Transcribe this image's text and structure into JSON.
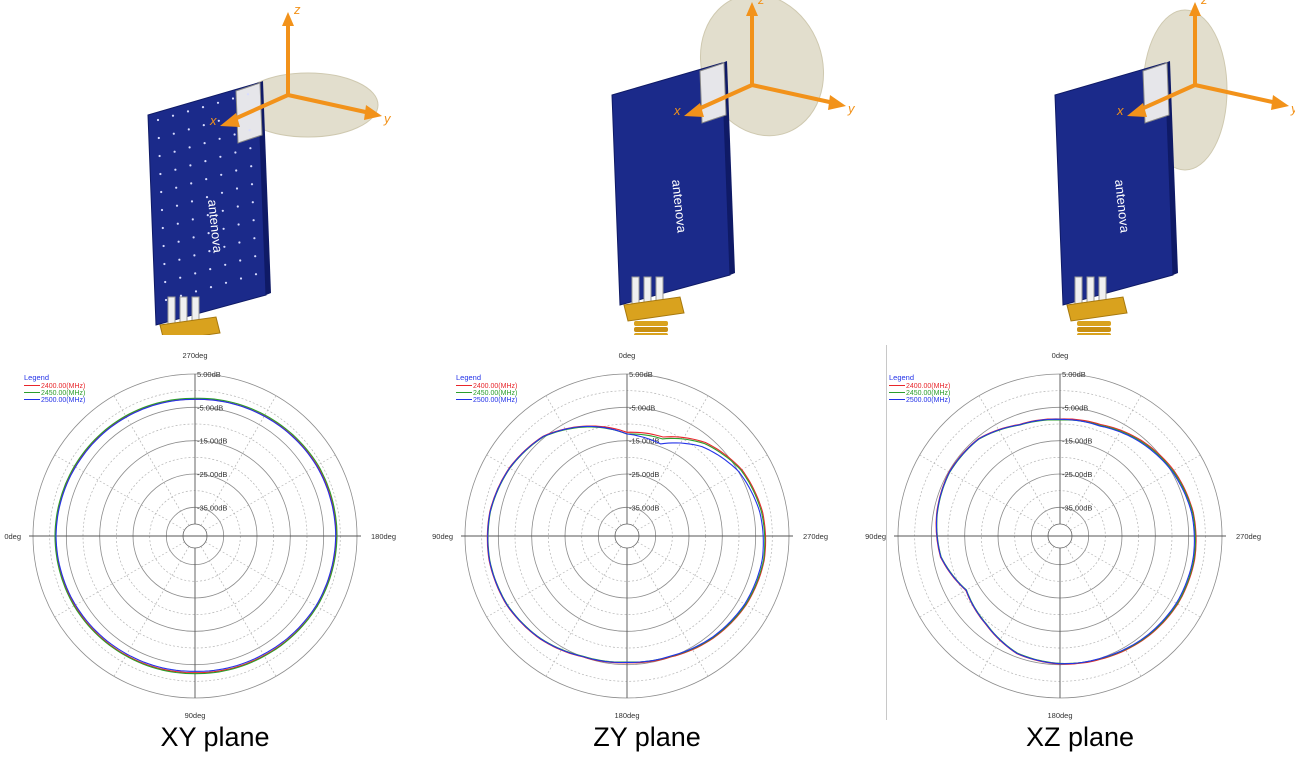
{
  "colors": {
    "board": "#1b2a8a",
    "board_dark": "#0f1a66",
    "gold": "#d9a21e",
    "axis": "#f2921a",
    "disc": "#ddd8c4",
    "series": [
      "#e8262b",
      "#2c9e2c",
      "#2433e8"
    ]
  },
  "icons": [
    "antenna-board-render-icon",
    "coordinate-axes-icon"
  ],
  "chart_data": [
    {
      "type": "polar",
      "caption": "XY plane",
      "render": {
        "board_text": "antenova",
        "axes": {
          "z": "z",
          "x": "x",
          "y": "y"
        },
        "disc_plane": "xy"
      },
      "angle_labels": {
        "top": "270deg",
        "right": "180deg",
        "bottom": "90deg",
        "left": "0deg"
      },
      "radial_labels": [
        "5.00dB",
        "-5.00dB",
        "-15.00dB",
        "-25.00dB",
        "-35.00dB"
      ],
      "rlim_db": [
        -40,
        5
      ],
      "legend": {
        "title": "Legend",
        "entries": [
          "2400.00(MHz)",
          "2450.00(MHz)",
          "2500.00(MHz)"
        ]
      },
      "theta_deg": [
        0,
        30,
        60,
        90,
        120,
        150,
        180,
        210,
        240,
        270,
        300,
        330
      ],
      "series": [
        {
          "name": "2400.00(MHz)",
          "r_db": [
            -2.6,
            -2.2,
            -2.0,
            -1.8,
            -1.9,
            -2.3,
            -2.6,
            -2.2,
            -1.4,
            -1.2,
            -1.3,
            -2.0
          ]
        },
        {
          "name": "2450.00(MHz)",
          "r_db": [
            -2.3,
            -2.0,
            -1.8,
            -1.6,
            -1.7,
            -2.1,
            -2.3,
            -2.0,
            -1.3,
            -1.0,
            -1.0,
            -1.7
          ]
        },
        {
          "name": "2500.00(MHz)",
          "r_db": [
            -2.6,
            -2.4,
            -2.2,
            -1.9,
            -2.2,
            -2.7,
            -3.0,
            -2.6,
            -1.7,
            -1.4,
            -1.5,
            -2.1
          ]
        }
      ]
    },
    {
      "type": "polar",
      "caption": "ZY plane",
      "render": {
        "board_text": "antenova",
        "axes": {
          "z": "z",
          "x": "x",
          "y": "y"
        },
        "disc_plane": "zy"
      },
      "angle_labels": {
        "top": "0deg",
        "right": "270deg",
        "bottom": "180deg",
        "left": "90deg"
      },
      "radial_labels": [
        "5.00dB",
        "-5.00dB",
        "-15.00dB",
        "-25.00dB",
        "-35.00dB"
      ],
      "rlim_db": [
        -40,
        5
      ],
      "legend": {
        "title": "Legend",
        "entries": [
          "2400.00(MHz)",
          "2450.00(MHz)",
          "2500.00(MHz)"
        ]
      },
      "theta_deg": [
        0,
        20,
        40,
        60,
        80,
        100,
        120,
        140,
        160,
        180,
        200,
        220,
        240,
        260,
        280,
        300,
        320,
        340
      ],
      "series": [
        {
          "name": "2400.00(MHz)",
          "r_db": [
            -12.5,
            -8.5,
            -4.5,
            -2.8,
            -1.8,
            -1.6,
            -2.0,
            -3.2,
            -5.0,
            -5.6,
            -5.0,
            -3.5,
            -2.3,
            -1.8,
            -2.3,
            -3.8,
            -7.0,
            -12.0
          ]
        },
        {
          "name": "2450.00(MHz)",
          "r_db": [
            -13.0,
            -8.8,
            -4.7,
            -3.0,
            -2.0,
            -1.8,
            -2.2,
            -3.4,
            -5.2,
            -5.8,
            -5.2,
            -3.7,
            -2.5,
            -2.0,
            -2.6,
            -4.1,
            -7.4,
            -12.6
          ]
        },
        {
          "name": "2500.00(MHz)",
          "r_db": [
            -13.0,
            -8.6,
            -4.6,
            -2.9,
            -1.9,
            -1.7,
            -2.1,
            -3.3,
            -5.1,
            -5.7,
            -5.3,
            -3.9,
            -2.8,
            -2.4,
            -3.1,
            -4.9,
            -8.6,
            -14.2
          ]
        }
      ]
    },
    {
      "type": "polar",
      "caption": "XZ plane",
      "render": {
        "board_text": "antenova",
        "axes": {
          "z": "z",
          "x": "x",
          "y": "y"
        },
        "disc_plane": "xz"
      },
      "angle_labels": {
        "top": "0deg",
        "right": "270deg",
        "bottom": "180deg",
        "left": "90deg"
      },
      "radial_labels": [
        "5.00dB",
        "-5.00dB",
        "-15.00dB",
        "-25.00dB",
        "-35.00dB"
      ],
      "rlim_db": [
        -40,
        5
      ],
      "legend": {
        "title": "Legend",
        "entries": [
          "2400.00(MHz)",
          "2450.00(MHz)",
          "2500.00(MHz)"
        ]
      },
      "theta_deg": [
        0,
        20,
        40,
        60,
        80,
        100,
        120,
        140,
        160,
        180,
        200,
        220,
        240,
        260,
        280,
        300,
        320,
        340
      ],
      "series": [
        {
          "name": "2400.00(MHz)",
          "r_db": [
            -8.5,
            -8.0,
            -5.5,
            -5.2,
            -6.0,
            -7.2,
            -11.0,
            -9.0,
            -6.0,
            -5.2,
            -4.6,
            -3.6,
            -2.8,
            -2.6,
            -3.0,
            -4.2,
            -6.0,
            -8.0
          ]
        },
        {
          "name": "2450.00(MHz)",
          "r_db": [
            -8.8,
            -8.2,
            -5.7,
            -5.4,
            -6.2,
            -7.4,
            -11.2,
            -9.2,
            -6.2,
            -5.4,
            -4.8,
            -3.8,
            -3.0,
            -2.8,
            -3.2,
            -4.5,
            -6.3,
            -8.3
          ]
        },
        {
          "name": "2500.00(MHz)",
          "r_db": [
            -8.6,
            -8.1,
            -5.6,
            -5.3,
            -6.1,
            -7.3,
            -11.1,
            -9.1,
            -6.1,
            -5.3,
            -4.9,
            -4.0,
            -3.3,
            -3.1,
            -3.5,
            -4.8,
            -6.6,
            -8.5
          ]
        }
      ]
    }
  ]
}
